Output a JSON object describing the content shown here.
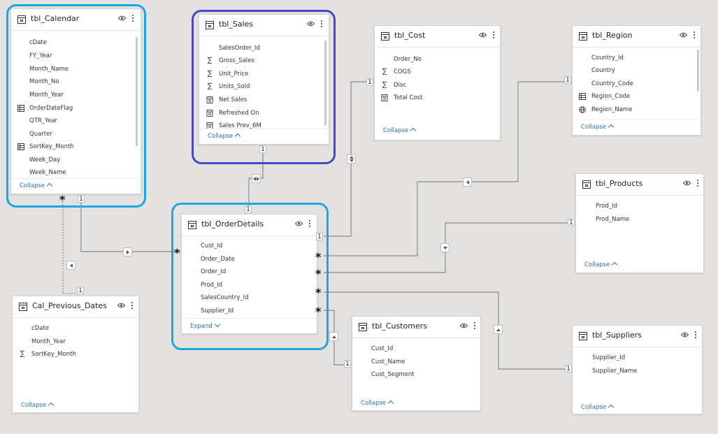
{
  "tables": {
    "calendar": {
      "title": "tbl_Calendar",
      "fields": [
        "cDate",
        "FY_Year",
        "Month_Name",
        "Month_No",
        "Month_Year",
        "OrderDateFlag",
        "QTR_Year",
        "Quarter",
        "SortKey_Month",
        "Week_Day",
        "Week_Name"
      ],
      "footer": "Collapse"
    },
    "sales": {
      "title": "tbl_Sales",
      "fields": [
        "SalesOrder_Id",
        "Gross_Sales",
        "Unit_Price",
        "Units_Sold",
        "Net Sales",
        "Refreshed On",
        "Sales Prev_6M"
      ],
      "footer": "Collapse"
    },
    "cost": {
      "title": "tbl_Cost",
      "fields": [
        "Order_No",
        "COGS",
        "Disc",
        "Total Cost"
      ],
      "footer": "Collapse"
    },
    "region": {
      "title": "tbl_Region",
      "fields": [
        "Country_Id",
        "Country",
        "Country_Code",
        "Region_Code",
        "Region_Name"
      ],
      "footer": "Collapse"
    },
    "products": {
      "title": "tbl_Products",
      "fields": [
        "Prod_Id",
        "Prod_Name"
      ],
      "footer": "Collapse"
    },
    "orderdetails": {
      "title": "tbl_OrderDetails",
      "fields": [
        "Cust_Id",
        "Order_Date",
        "Order_Id",
        "Prod_Id",
        "SalesCountry_Id",
        "Supplier_Id"
      ],
      "footer": "Expand"
    },
    "customers": {
      "title": "tbl_Customers",
      "fields": [
        "Cust_Id",
        "Cust_Name",
        "Cust_Segment"
      ],
      "footer": "Collapse"
    },
    "prevdates": {
      "title": "Cal_Previous_Dates",
      "fields": [
        "cDate",
        "Month_Year",
        "SortKey_Month"
      ],
      "footer": "Collapse"
    },
    "suppliers": {
      "title": "tbl_Suppliers",
      "fields": [
        "Supplier_Id",
        "Supplier_Name"
      ],
      "footer": "Collapse"
    }
  },
  "relationship_labels": {
    "one": "1",
    "many": "*"
  },
  "icons": {
    "field_types": [
      "none",
      "sigma-icon",
      "measure-icon",
      "calc-table-icon",
      "globe-icon"
    ],
    "header_visibility": "eye-icon",
    "header_menu": "more-options-icon",
    "table": "table-icon"
  },
  "colors": {
    "canvas": "#e3e2e1",
    "highlight_cyan": "#1aa6e0",
    "highlight_blue": "#4646c6",
    "link": "#2e6fb3",
    "line": "#8a8a8a"
  }
}
